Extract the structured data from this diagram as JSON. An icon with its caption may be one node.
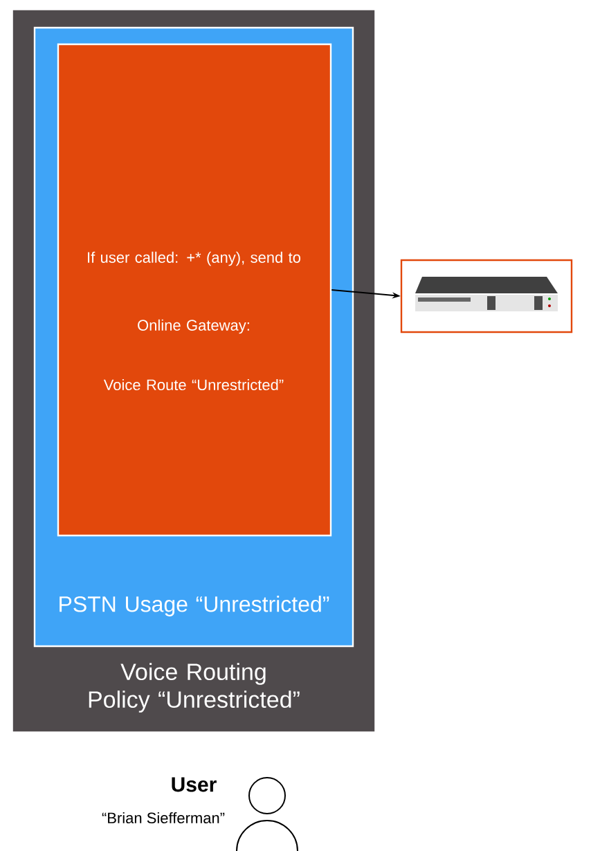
{
  "diagram": {
    "nodes": [
      {
        "text": [
          "Voice Routing Policy “Unrestricted”"
        ]
      },
      {
        "text": [
          "PSTN Usage “Unrestricted”"
        ],
        "in": 0
      },
      {
        "text": [
          "If user called: +* (any), send to",
          "Online Gateway:",
          "Voice Route “Unrestricted”"
        ],
        "in": 1
      },
      {
        "text": [],
        "shape": "picture"
      }
    ],
    "edges": [
      {
        "from": 2,
        "to": 3,
        "arrow": "to"
      }
    ],
    "labels": [
      "User",
      "“Brian Siefferman”"
    ]
  }
}
